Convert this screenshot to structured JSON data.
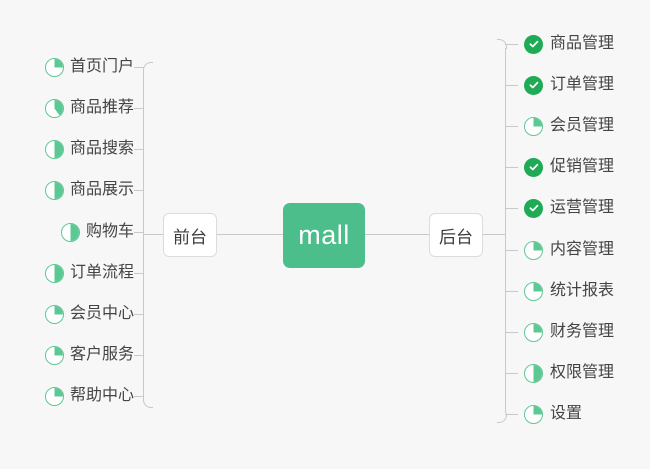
{
  "diagram": {
    "type": "mind-map",
    "background_color": "#f7f7f7",
    "accent_color": "#4cbe8c",
    "done_color": "#1faa55",
    "ring_color": "#5ec894",
    "line_color": "#c9c9c9",
    "text_color": "#444444"
  },
  "center": {
    "label": "mall"
  },
  "branches": [
    {
      "id": "frontend",
      "label": "前台",
      "side": "left"
    },
    {
      "id": "backend",
      "label": "后台",
      "side": "right"
    }
  ],
  "left_items": [
    {
      "label": "首页门户",
      "icon": "progress-icon",
      "progress": 25,
      "status": "in-progress"
    },
    {
      "label": "商品推荐",
      "icon": "progress-icon",
      "progress": 40,
      "status": "in-progress"
    },
    {
      "label": "商品搜索",
      "icon": "progress-icon",
      "progress": 50,
      "status": "in-progress"
    },
    {
      "label": "商品展示",
      "icon": "progress-icon",
      "progress": 50,
      "status": "in-progress"
    },
    {
      "label": "购物车",
      "icon": "progress-icon",
      "progress": 50,
      "status": "in-progress"
    },
    {
      "label": "订单流程",
      "icon": "progress-icon",
      "progress": 50,
      "status": "in-progress"
    },
    {
      "label": "会员中心",
      "icon": "progress-icon",
      "progress": 25,
      "status": "in-progress"
    },
    {
      "label": "客户服务",
      "icon": "progress-icon",
      "progress": 25,
      "status": "in-progress"
    },
    {
      "label": "帮助中心",
      "icon": "progress-icon",
      "progress": 25,
      "status": "in-progress"
    }
  ],
  "right_items": [
    {
      "label": "商品管理",
      "icon": "check-circle-icon",
      "progress": 100,
      "status": "done"
    },
    {
      "label": "订单管理",
      "icon": "check-circle-icon",
      "progress": 100,
      "status": "done"
    },
    {
      "label": "会员管理",
      "icon": "progress-icon",
      "progress": 25,
      "status": "in-progress"
    },
    {
      "label": "促销管理",
      "icon": "check-circle-icon",
      "progress": 100,
      "status": "done"
    },
    {
      "label": "运营管理",
      "icon": "check-circle-icon",
      "progress": 100,
      "status": "done"
    },
    {
      "label": "内容管理",
      "icon": "progress-icon",
      "progress": 25,
      "status": "in-progress"
    },
    {
      "label": "统计报表",
      "icon": "progress-icon",
      "progress": 25,
      "status": "in-progress"
    },
    {
      "label": "财务管理",
      "icon": "progress-icon",
      "progress": 25,
      "status": "in-progress"
    },
    {
      "label": "权限管理",
      "icon": "progress-icon",
      "progress": 50,
      "status": "in-progress"
    },
    {
      "label": "设置",
      "icon": "progress-icon",
      "progress": 25,
      "status": "in-progress"
    }
  ],
  "layout": {
    "left_item_y": [
      67,
      108,
      149,
      190,
      232,
      273,
      314,
      355,
      396
    ],
    "right_item_y": [
      44,
      85,
      126,
      167,
      208,
      250,
      291,
      332,
      373,
      414
    ]
  }
}
